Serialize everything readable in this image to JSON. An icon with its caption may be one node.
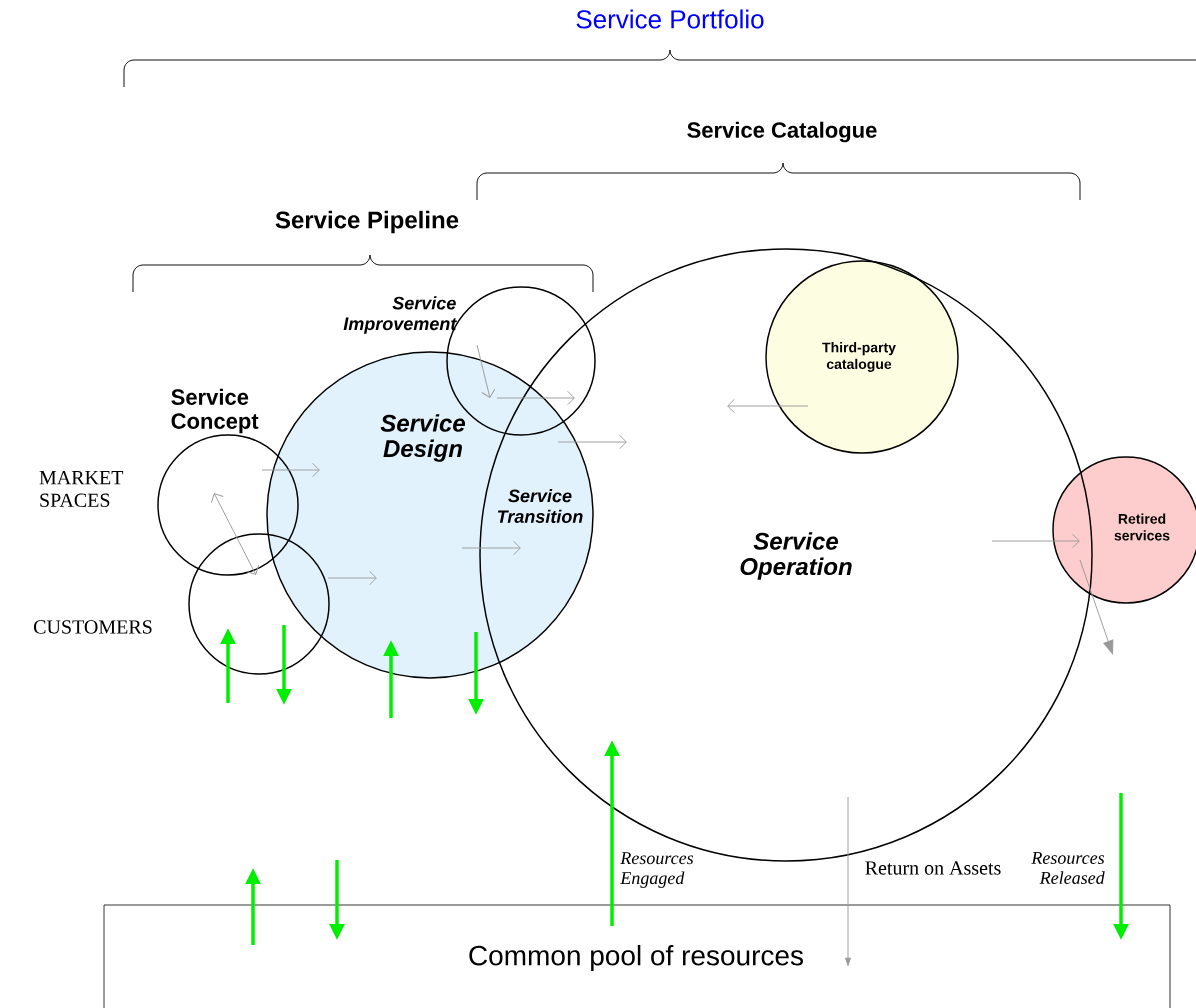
{
  "diagram": {
    "nodes": [
      {
        "text": [
          "MARKET SPACES"
        ]
      },
      {
        "text": [
          "CUSTOMERS"
        ]
      },
      {
        "text": [
          "Service Design"
        ]
      },
      {
        "text": [
          "Service Improvement"
        ]
      },
      {
        "text": [
          "Service Operation"
        ]
      },
      {
        "text": [
          "Third-party catalogue"
        ],
        "in": 4
      },
      {
        "text": [
          "Retired services"
        ]
      },
      {
        "text": [
          "Common pool of resources"
        ]
      }
    ],
    "edges": [
      {
        "from": null,
        "to": 1,
        "arrow": "to"
      },
      {
        "from": 1,
        "to": null,
        "arrow": "to"
      },
      {
        "from": null,
        "to": 2,
        "arrow": "to"
      },
      {
        "from": 2,
        "to": null,
        "arrow": "to"
      },
      {
        "from": 7,
        "to": 4,
        "arrow": "to",
        "label": "Resources Engaged"
      },
      {
        "from": null,
        "to": 7,
        "arrow": "to",
        "label": "Resources Released"
      },
      {
        "from": 7,
        "to": null,
        "arrow": "to"
      },
      {
        "from": null,
        "to": 7,
        "arrow": "to"
      },
      {
        "from": 0,
        "to": 1,
        "arrow": "both",
        "color": "#999999"
      },
      {
        "from": 0,
        "to": 2,
        "arrow": "to",
        "color": "#999999"
      },
      {
        "from": 1,
        "to": 2,
        "arrow": "to",
        "color": "#999999"
      },
      {
        "from": 3,
        "to": 2,
        "arrow": "to",
        "color": "#999999"
      },
      {
        "from": 6,
        "to": null,
        "arrow": "to",
        "color": "#999999"
      },
      {
        "from": 4,
        "to": 7,
        "arrow": "to",
        "label": "Return on Assets",
        "color": "#999999"
      }
    ],
    "labels": [
      "Service Portfolio",
      "Service Catalogue",
      "Service Pipeline",
      "Service Concept",
      "Service Transition"
    ]
  }
}
